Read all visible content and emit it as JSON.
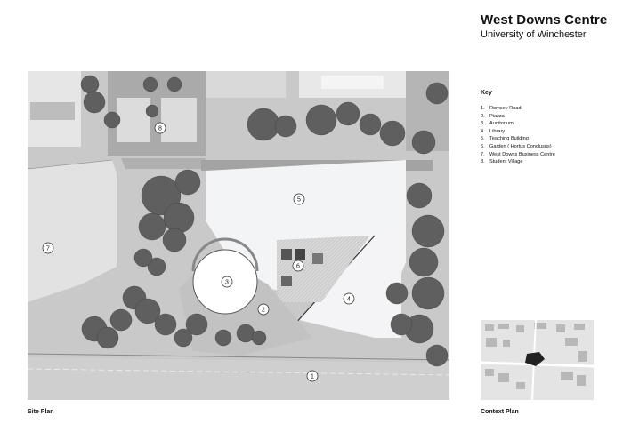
{
  "header": {
    "title": "West Downs Centre",
    "subtitle": "University of Winchester"
  },
  "key": {
    "heading": "Key",
    "items": [
      {
        "num": "1.",
        "label": "Romsey Road"
      },
      {
        "num": "2.",
        "label": "Piazza"
      },
      {
        "num": "3.",
        "label": "Auditorium"
      },
      {
        "num": "4.",
        "label": "Library"
      },
      {
        "num": "5.",
        "label": "Teaching Building"
      },
      {
        "num": "6.",
        "label": "Garden ( Hortus Conclusus)"
      },
      {
        "num": "7.",
        "label": "West Downs Business Centre"
      },
      {
        "num": "8.",
        "label": "Student Village"
      }
    ]
  },
  "plan_markers": [
    "1",
    "2",
    "3",
    "4",
    "5",
    "6",
    "7",
    "8"
  ],
  "captions": {
    "site_plan": "Site Plan",
    "context_plan": "Context Plan"
  }
}
